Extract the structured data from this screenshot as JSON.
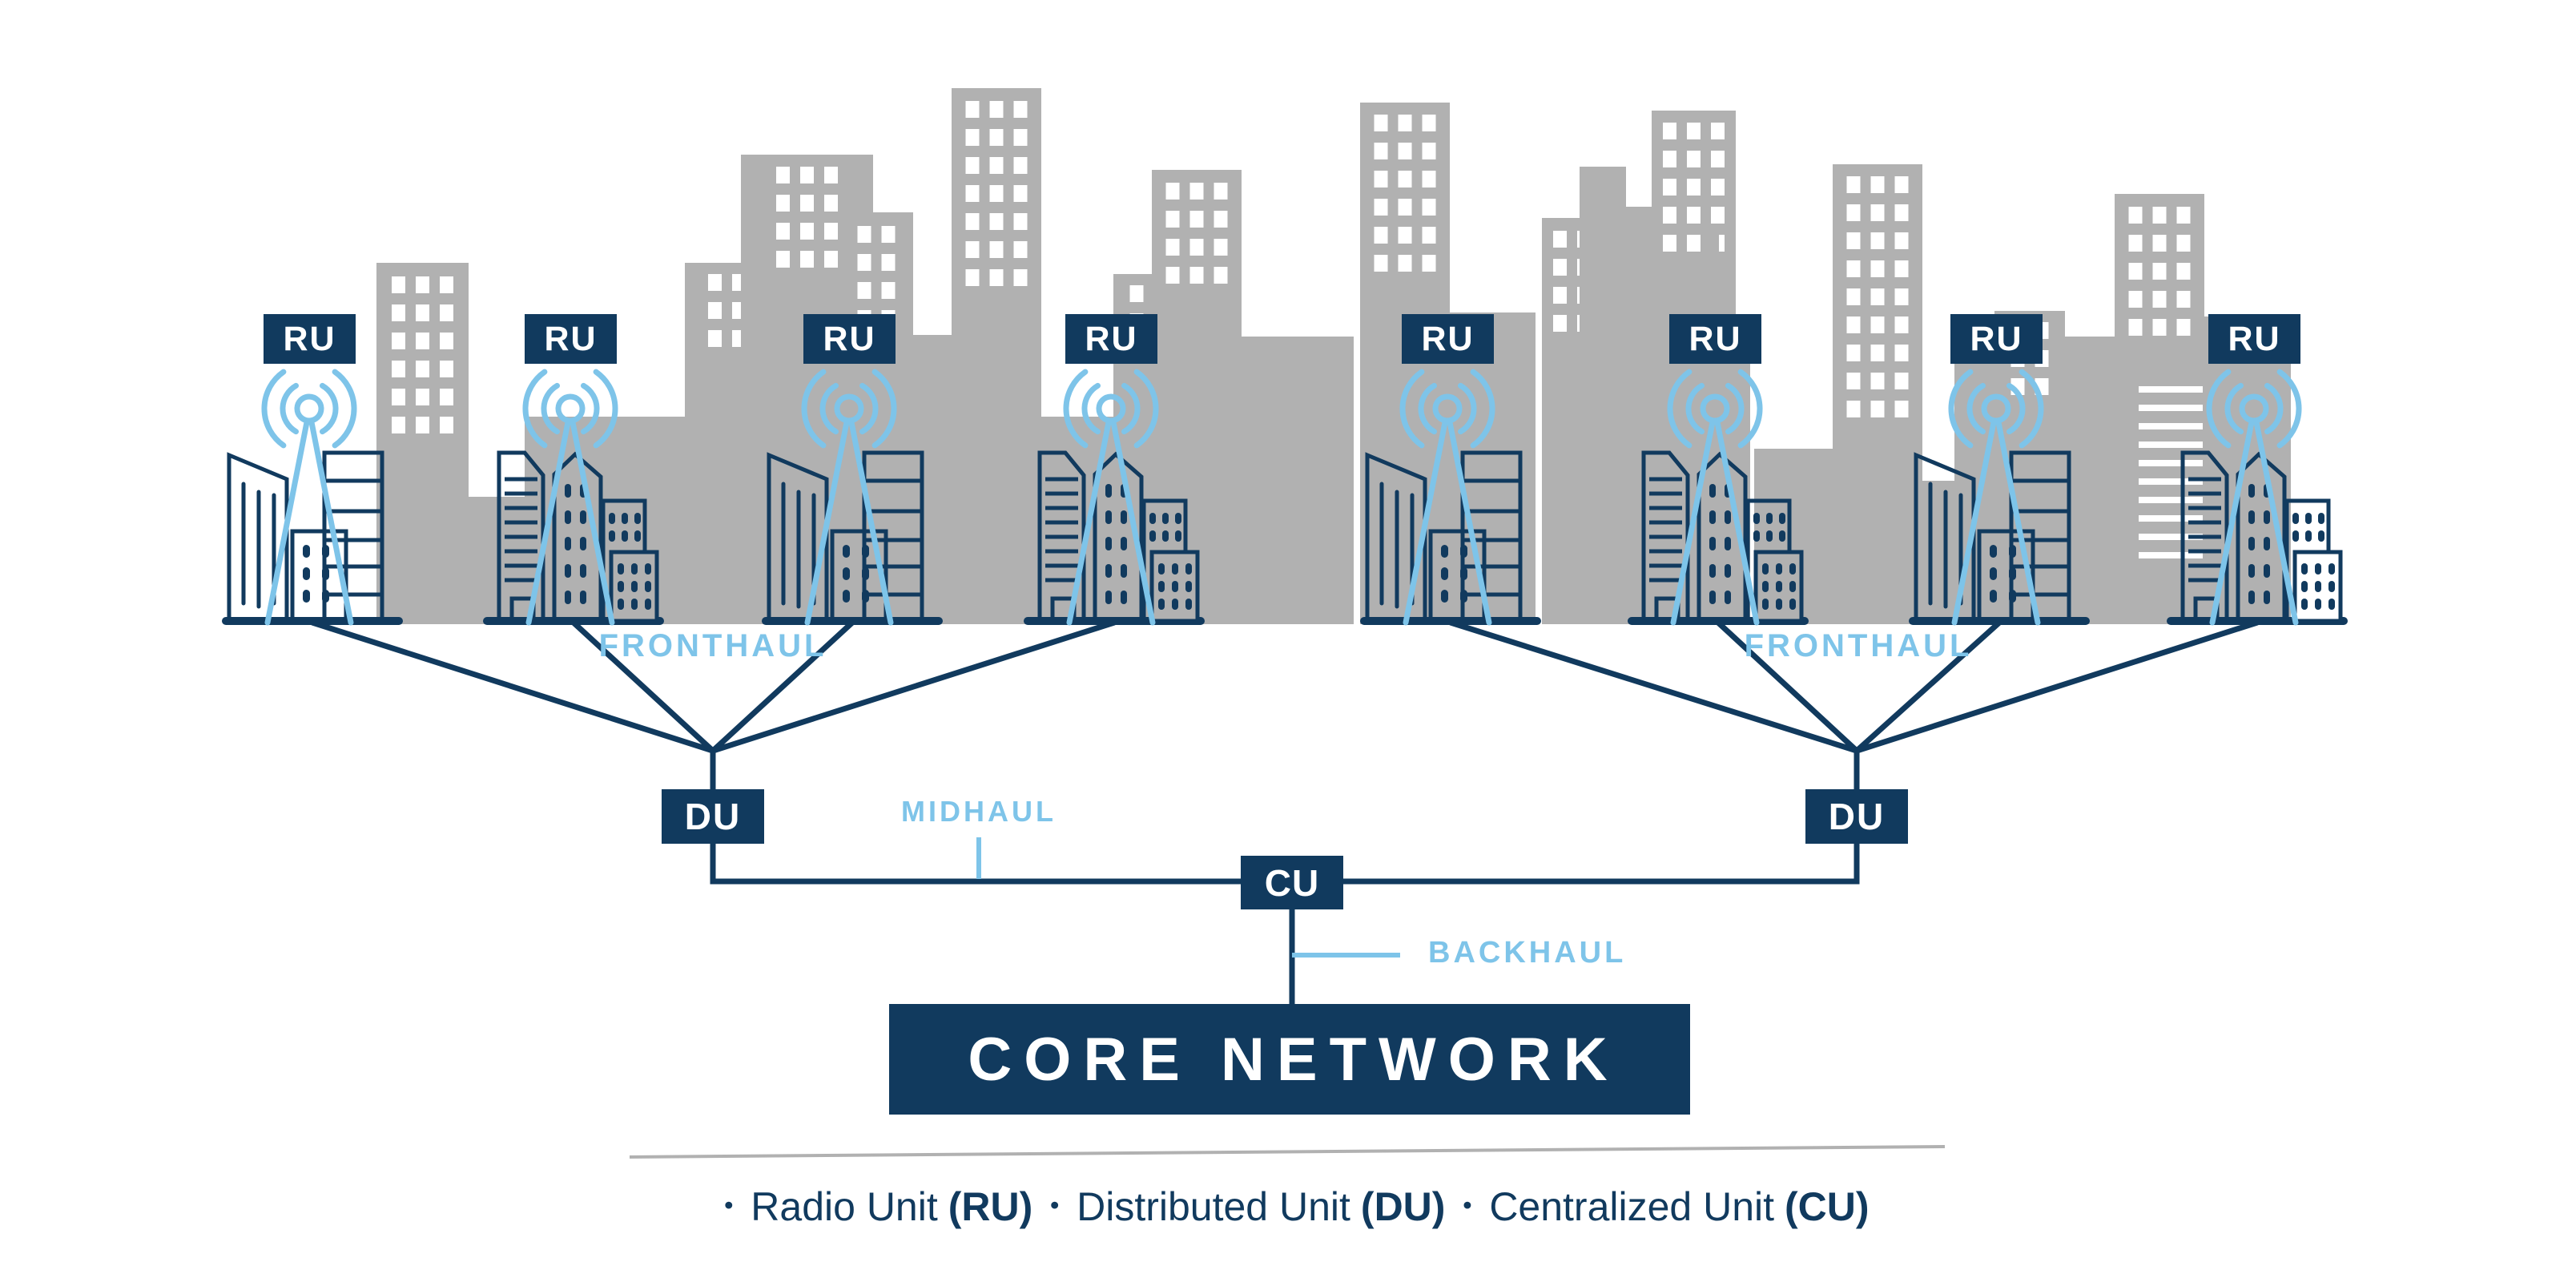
{
  "colors": {
    "navy": "#113a5e",
    "light_blue": "#7ec4e9",
    "skyline_gray": "#b1b1b1",
    "background": "#ffffff",
    "label_text": "#ffffff"
  },
  "nodes": {
    "ru": {
      "label": "RU",
      "count": 8
    },
    "du": {
      "label": "DU",
      "count": 2
    },
    "cu": {
      "label": "CU",
      "count": 1
    },
    "core_network": {
      "label": "CORE NETWORK"
    }
  },
  "links": {
    "fronthaul": {
      "label": "FRONTHAUL",
      "count": 2
    },
    "midhaul": {
      "label": "MIDHAUL"
    },
    "backhaul": {
      "label": "BACKHAUL"
    }
  },
  "legend": {
    "items": [
      {
        "bullet": "•",
        "name": "Radio Unit",
        "abbr": "(RU)"
      },
      {
        "bullet": "•",
        "name": "Distributed Unit",
        "abbr": "(DU)"
      },
      {
        "bullet": "•",
        "name": "Centralized Unit",
        "abbr": "(CU)"
      }
    ]
  },
  "icons": {
    "antenna": "radio-signal-antenna-icon",
    "cluster_buildings": "city-buildings-icon",
    "skyline": "city-skyline-silhouette"
  }
}
